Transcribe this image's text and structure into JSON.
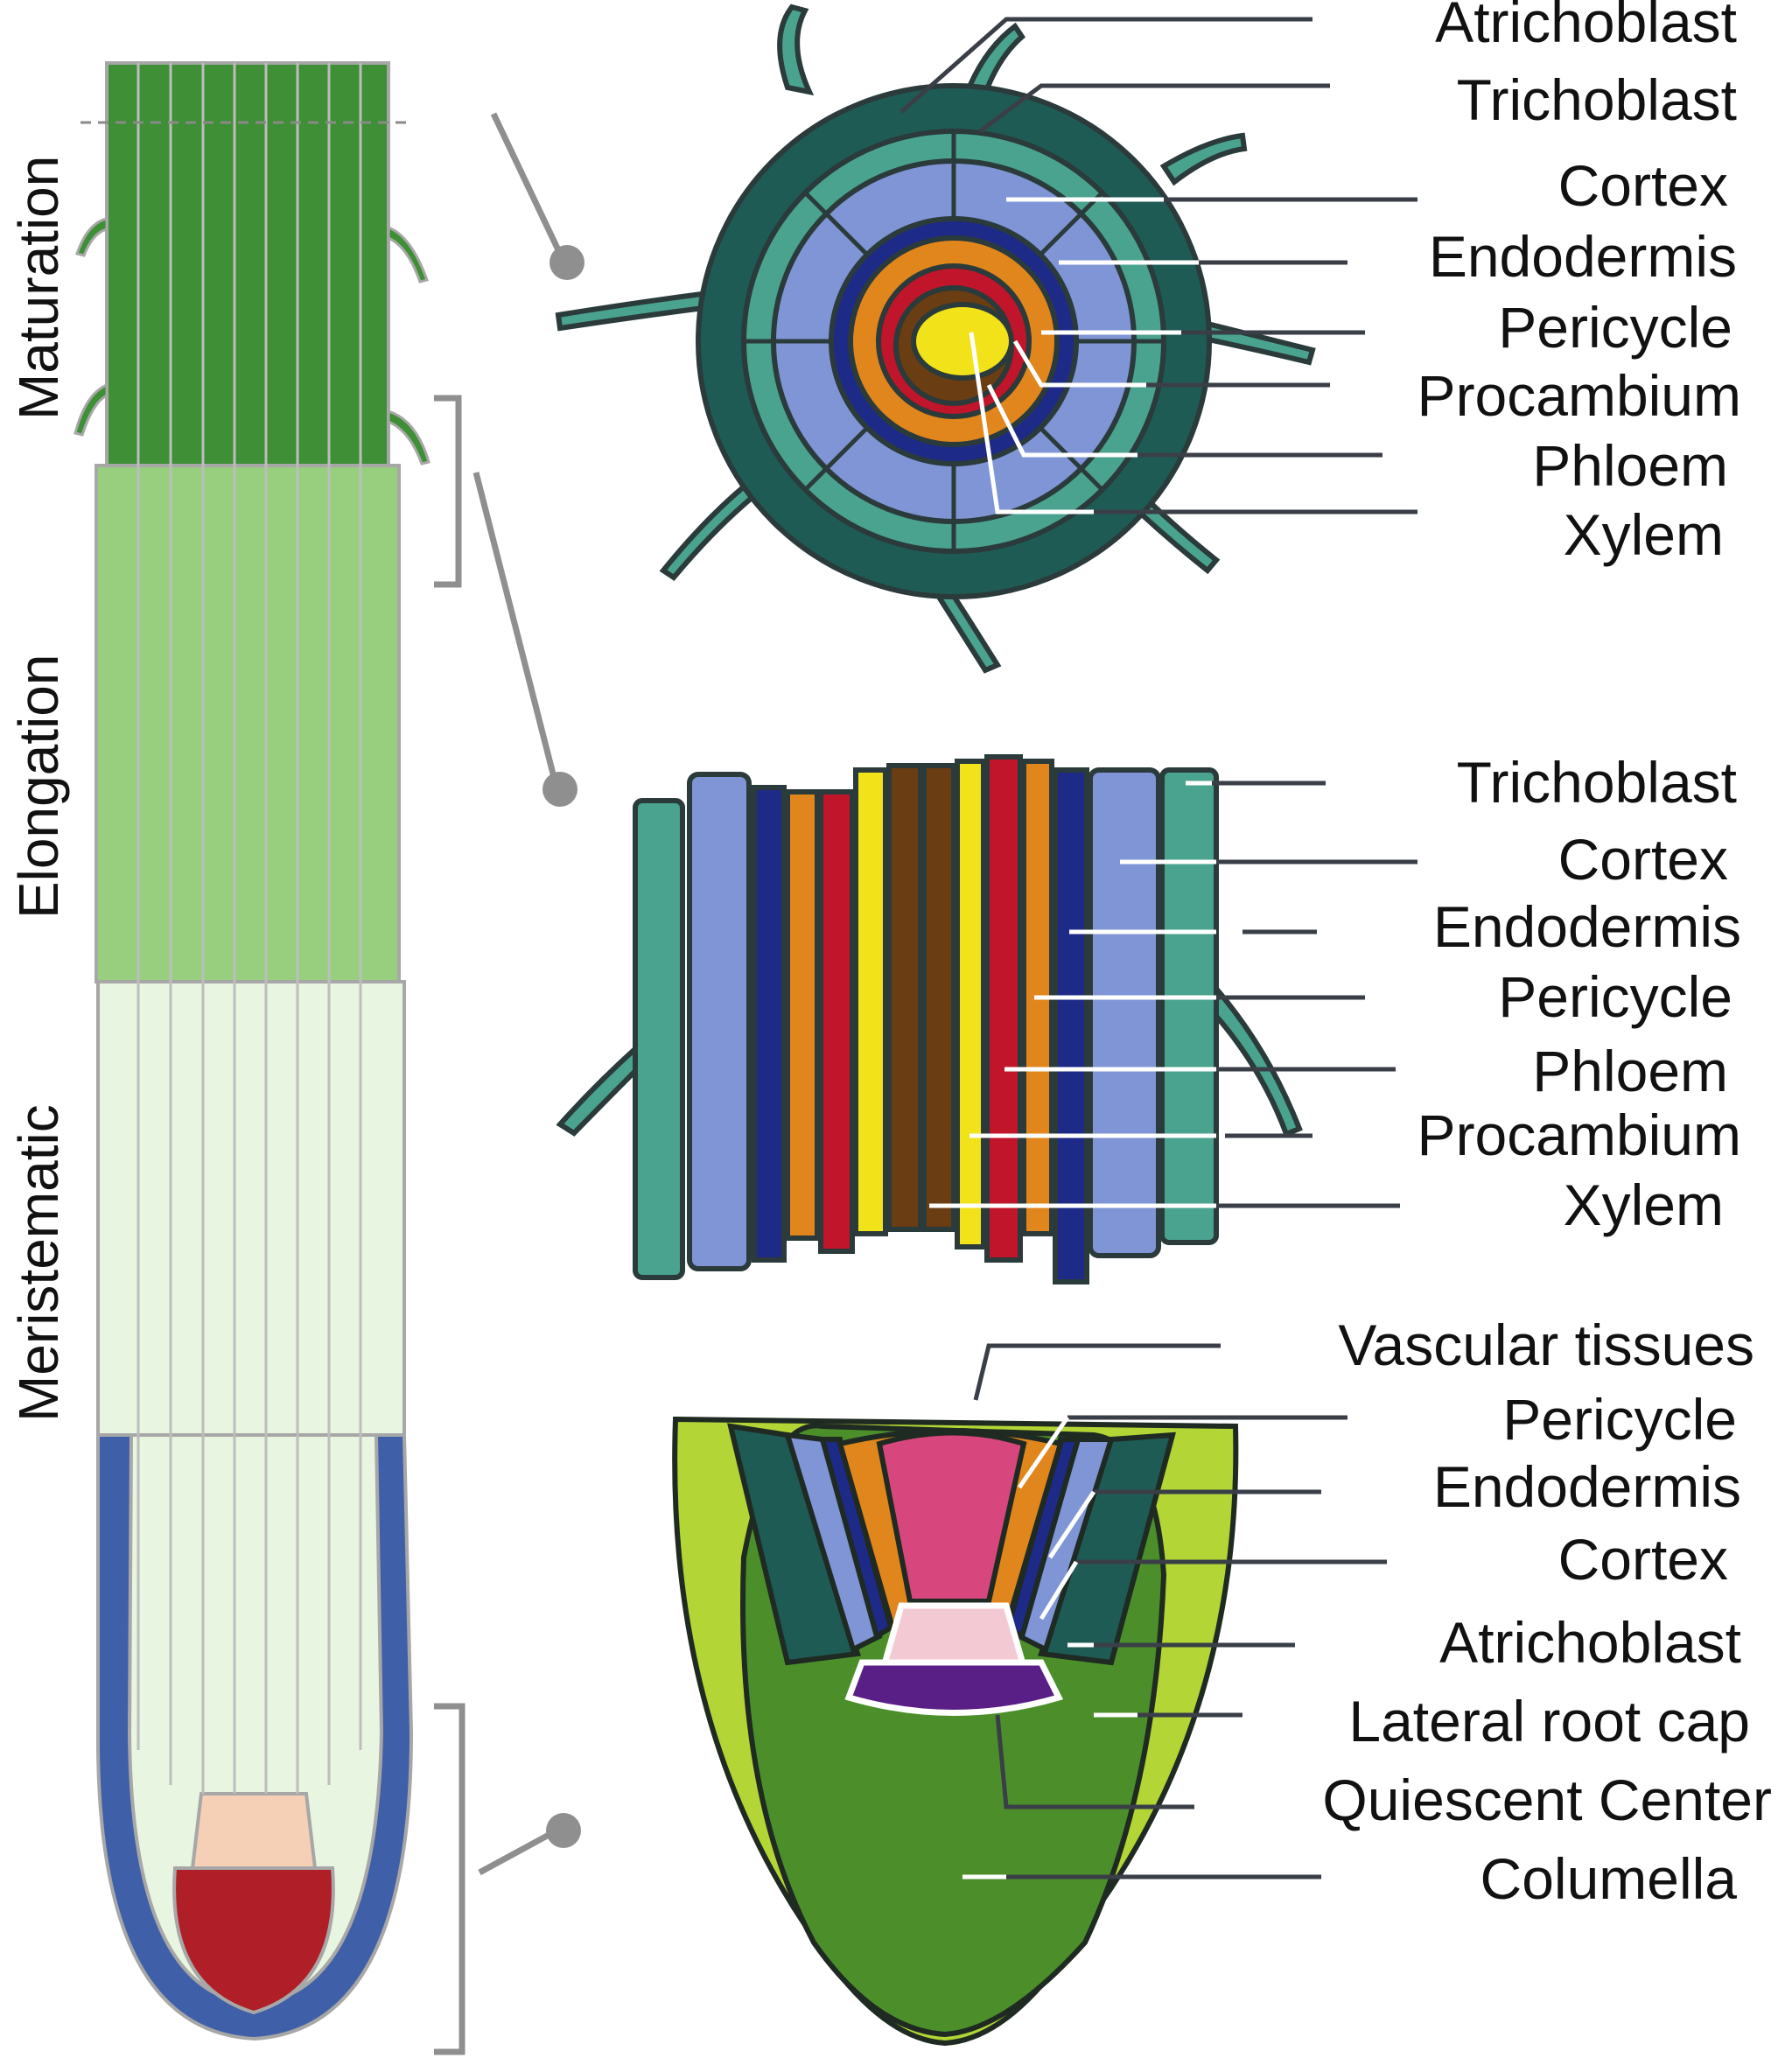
{
  "zones": {
    "maturation": "Maturation",
    "elongation": "Elongation",
    "meristematic": "Meristematic"
  },
  "cross_section": {
    "labels": [
      "Atrichoblast",
      "Trichoblast",
      "Cortex",
      "Endodermis",
      "Pericycle",
      "Procambium",
      "Phloem",
      "Xylem"
    ]
  },
  "longitudinal_section": {
    "labels": [
      "Trichoblast",
      "Cortex",
      "Endodermis",
      "Pericycle",
      "Phloem",
      "Procambium",
      "Xylem"
    ]
  },
  "root_tip": {
    "labels": [
      "Vascular tissues",
      "Pericycle",
      "Endodermis",
      "Cortex",
      "Atrichoblast",
      "Lateral root cap",
      "Quiescent Center",
      "Columella"
    ]
  },
  "colors": {
    "trichoblast": "#4aa38f",
    "atrichoblast": "#1f5b55",
    "cortex": "#7f95d6",
    "endodermis": "#1e2a88",
    "pericycle": "#e0861c",
    "procambium": "#6b3d12",
    "phloem": "#c0152a",
    "xylem": "#f2e21a",
    "maturation_zone": "#3e8f35",
    "elongation_zone": "#98cf7e",
    "meristematic_zone": "#e8f5e0",
    "lateral_root_cap": "#3f5fa8",
    "quiescent_center": "#f6cfb7",
    "columella": "#b01e28",
    "tip_outer": "#b3d535",
    "tip_inner": "#4c8f2a",
    "vascular_tissues": "#d7477d"
  }
}
